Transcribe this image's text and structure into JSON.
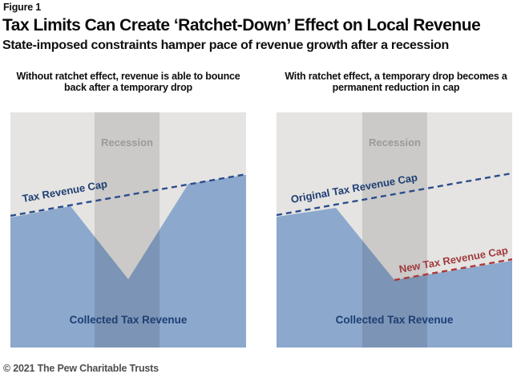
{
  "figure": {
    "label": "Figure 1",
    "title": "Tax Limits Can Create ‘Ratchet-Down’ Effect on Local Revenue",
    "subtitle": "State-imposed constraints hamper pace of revenue growth after a recession",
    "credit": "© 2021 The Pew Charitable Trusts"
  },
  "colors": {
    "panel_bg": "#e5e4e2",
    "recession_overlay": "rgba(0,0,0,0.115)",
    "revenue_fill": "#8ca8cd",
    "navy_line": "#2c4c8c",
    "navy_text": "#1e3e73",
    "red_line": "#ab3a3a",
    "red_text": "#a03a3e",
    "recession_text": "#9a9a9a",
    "credit_text": "#4f4f4f"
  },
  "chart_data": [
    {
      "type": "area",
      "panel": "left",
      "title": "Without ratchet effect, revenue is able to bounce back after a temporary drop",
      "x_axis": "time (conceptual, unlabeled)",
      "y_axis": "revenue level (conceptual, unlabeled)",
      "revenue": {
        "label": "Collected Tax Revenue",
        "points": [
          [
            0,
            55.3
          ],
          [
            25.5,
            60.1
          ],
          [
            50,
            29.0
          ],
          [
            75.5,
            69.6
          ],
          [
            100,
            73.4
          ]
        ]
      },
      "cap_lines": [
        {
          "name": "tax-revenue-cap-line",
          "label": "Tax Revenue Cap",
          "style": "dashed",
          "color": "navy_line",
          "points": [
            [
              0,
              56.0
            ],
            [
              100,
              73.7
            ]
          ]
        }
      ],
      "recession_band": {
        "label": "Recession",
        "x0": 35.7,
        "x1": 63.3
      }
    },
    {
      "type": "area",
      "panel": "right",
      "title": "With ratchet effect, a temporary drop becomes a permanent reduction in cap",
      "x_axis": "time (conceptual, unlabeled)",
      "y_axis": "revenue level (conceptual, unlabeled)",
      "revenue": {
        "label": "Collected Tax Revenue",
        "points": [
          [
            0,
            55.6
          ],
          [
            25.2,
            59.4
          ],
          [
            50,
            28.7
          ],
          [
            100,
            36.9
          ]
        ]
      },
      "cap_lines": [
        {
          "name": "original-tax-revenue-cap-line",
          "label": "Original Tax Revenue Cap",
          "style": "dashed",
          "color": "navy_line",
          "points": [
            [
              0,
              56.3
            ],
            [
              100,
              74.1
            ]
          ]
        },
        {
          "name": "new-tax-revenue-cap-line",
          "label": "New Tax Revenue Cap",
          "style": "dashed",
          "color": "red_line",
          "points": [
            [
              50,
              28.7
            ],
            [
              100,
              37.5
            ]
          ]
        }
      ],
      "recession_band": {
        "label": "Recession",
        "x0": 36.4,
        "x1": 63.9
      }
    }
  ]
}
